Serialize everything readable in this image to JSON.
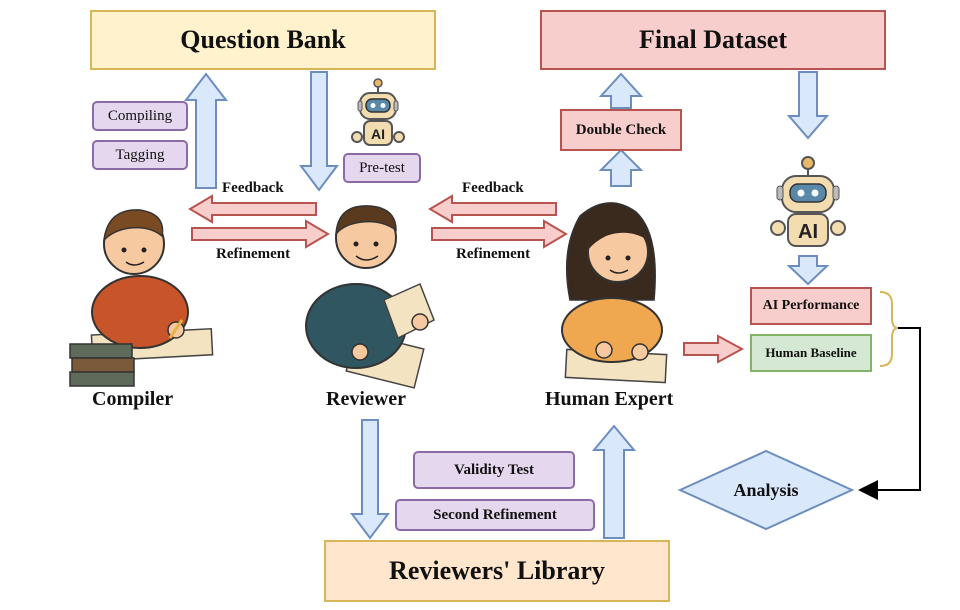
{
  "boxes": {
    "question_bank": "Question Bank",
    "final_dataset": "Final Dataset",
    "reviewers_library": "Reviewers' Library",
    "double_check": "Double Check",
    "ai_performance": "AI Performance",
    "human_baseline": "Human Baseline",
    "analysis": "Analysis"
  },
  "tags": {
    "compiling": "Compiling",
    "tagging": "Tagging",
    "pre_test": "Pre-test",
    "validity_test": "Validity Test",
    "second_refinement": "Second Refinement"
  },
  "arrows": {
    "feedback_left": "Feedback",
    "refinement_left": "Refinement",
    "feedback_right": "Feedback",
    "refinement_right": "Refinement"
  },
  "roles": {
    "compiler": "Compiler",
    "reviewer": "Reviewer",
    "human_expert": "Human Expert"
  },
  "robots": {
    "robot_small": "AI",
    "robot_large": "AI"
  },
  "colors": {
    "yellow_fill": "#fff2cc",
    "yellow_border": "#d6b656",
    "red_fill": "#f8cecc",
    "red_border": "#b85450",
    "blue_fill": "#dae8fc",
    "blue_border": "#6c8ebf",
    "purple_fill": "#e5d7ee",
    "green_fill": "#d5e8d4"
  }
}
